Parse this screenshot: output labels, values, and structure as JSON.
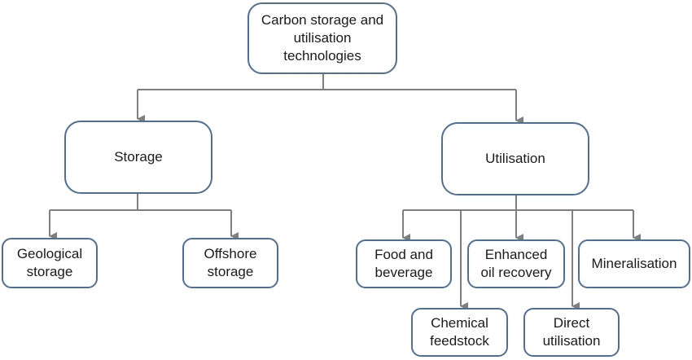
{
  "diagram": {
    "root": {
      "label": "Carbon storage and\nutilisation\ntechnologies"
    },
    "storage": {
      "label": "Storage",
      "children": [
        "Geological\nstorage",
        "Offshore\nstorage"
      ]
    },
    "utilisation": {
      "label": "Utilisation",
      "children": [
        "Food and\nbeverage",
        "Enhanced\noil recovery",
        "Mineralisation",
        "Chemical\nfeedstock",
        "Direct\nutilisation"
      ]
    },
    "colors": {
      "box_border": "#4f6f94",
      "connector": "#7f7f7f",
      "text": "#1a1a1a"
    }
  }
}
